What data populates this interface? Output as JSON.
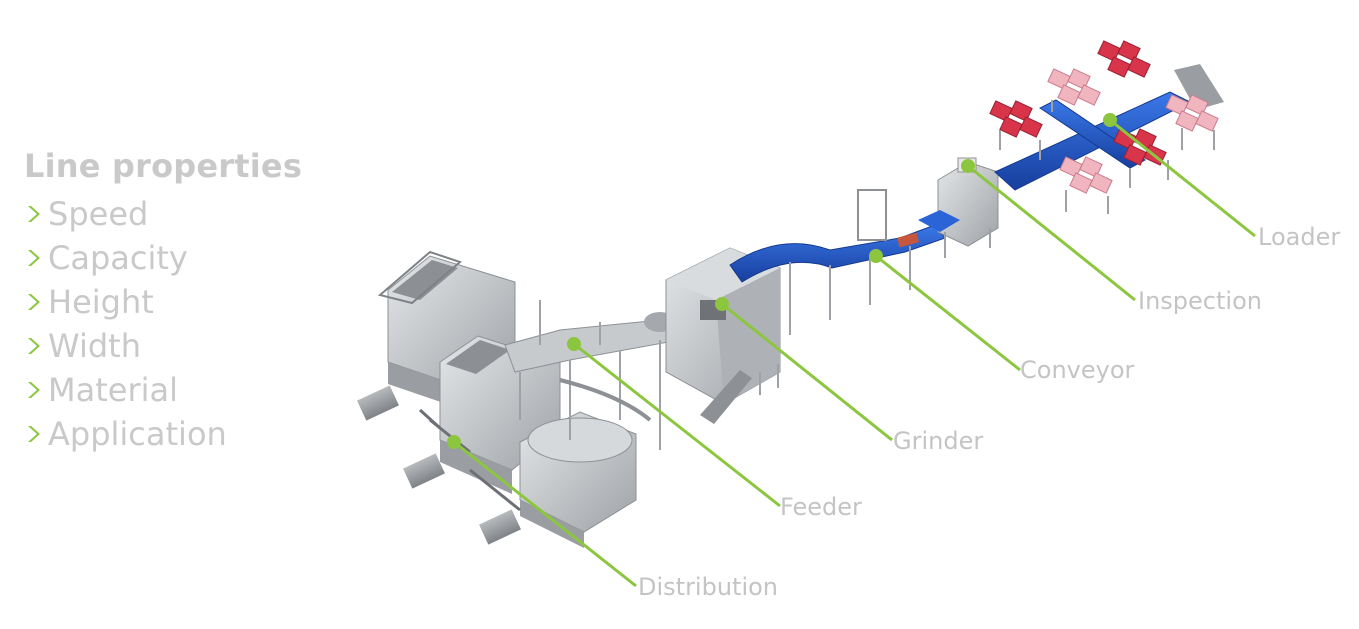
{
  "properties": {
    "title": "Line properties",
    "items": [
      "Speed",
      "Capacity",
      "Height",
      "Width",
      "Material",
      "Application"
    ]
  },
  "callouts": {
    "loader": "Loader",
    "inspection": "Inspection",
    "conveyor": "Conveyor",
    "grinder": "Grinder",
    "feeder": "Feeder",
    "distribution": "Distribution"
  },
  "colors": {
    "accent": "#8cc63f",
    "text": "#c4c4c4",
    "conveyor_blue": "#1f57c8",
    "product_red": "#d8344a",
    "product_pink": "#f1b5c0",
    "steel": "#b9bcbf"
  }
}
